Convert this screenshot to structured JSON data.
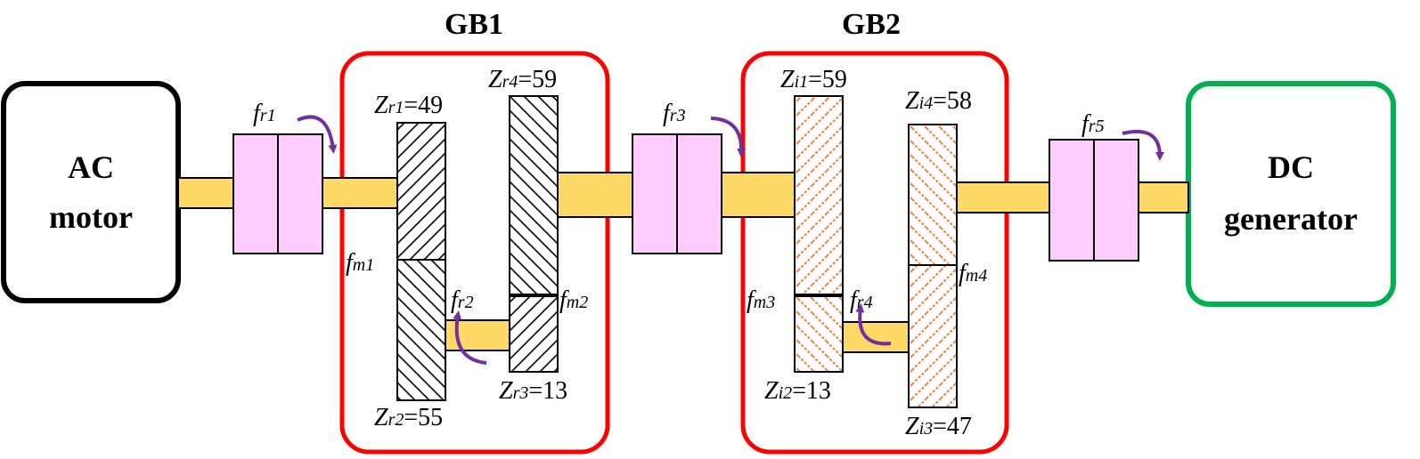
{
  "blocks": {
    "ac_motor": {
      "line1": "AC",
      "line2": "motor"
    },
    "dc_generator": {
      "line1": "DC",
      "line2": "generator"
    }
  },
  "gearboxes": {
    "gb1": {
      "title": "GB1"
    },
    "gb2": {
      "title": "GB2"
    }
  },
  "gear_labels": {
    "zr1": {
      "sym": "Z",
      "sub": "r1",
      "val": "=49"
    },
    "zr2": {
      "sym": "Z",
      "sub": "r2",
      "val": "=55"
    },
    "zr3": {
      "sym": "Z",
      "sub": "r3",
      "val": "=13"
    },
    "zr4": {
      "sym": "Z",
      "sub": "r4",
      "val": "=59"
    },
    "zi1": {
      "sym": "Z",
      "sub": "i1",
      "val": "=59"
    },
    "zi2": {
      "sym": "Z",
      "sub": "i2",
      "val": "=13"
    },
    "zi3": {
      "sym": "Z",
      "sub": "i3",
      "val": "=47"
    },
    "zi4": {
      "sym": "Z",
      "sub": "i4",
      "val": "=58"
    }
  },
  "freq_labels": {
    "fr1": {
      "sym": "f",
      "sub": "r1"
    },
    "fr2": {
      "sym": "f",
      "sub": "r2"
    },
    "fr3": {
      "sym": "f",
      "sub": "r3"
    },
    "fr4": {
      "sym": "f",
      "sub": "r4"
    },
    "fr5": {
      "sym": "f",
      "sub": "r5"
    },
    "fm1": {
      "sym": "f",
      "sub": "m1"
    },
    "fm2": {
      "sym": "f",
      "sub": "m2"
    },
    "fm3": {
      "sym": "f",
      "sub": "m3"
    },
    "fm4": {
      "sym": "f",
      "sub": "m4"
    }
  },
  "colors": {
    "ac_border": "#000000",
    "dc_border": "#00b050",
    "gearbox_border": "#ff0000",
    "shaft": "#ffd966",
    "coupling": "#ffccff",
    "gb1_hatch": "#000000",
    "gb2_hatch": "#ed7d31",
    "arrow": "#7030a0"
  }
}
